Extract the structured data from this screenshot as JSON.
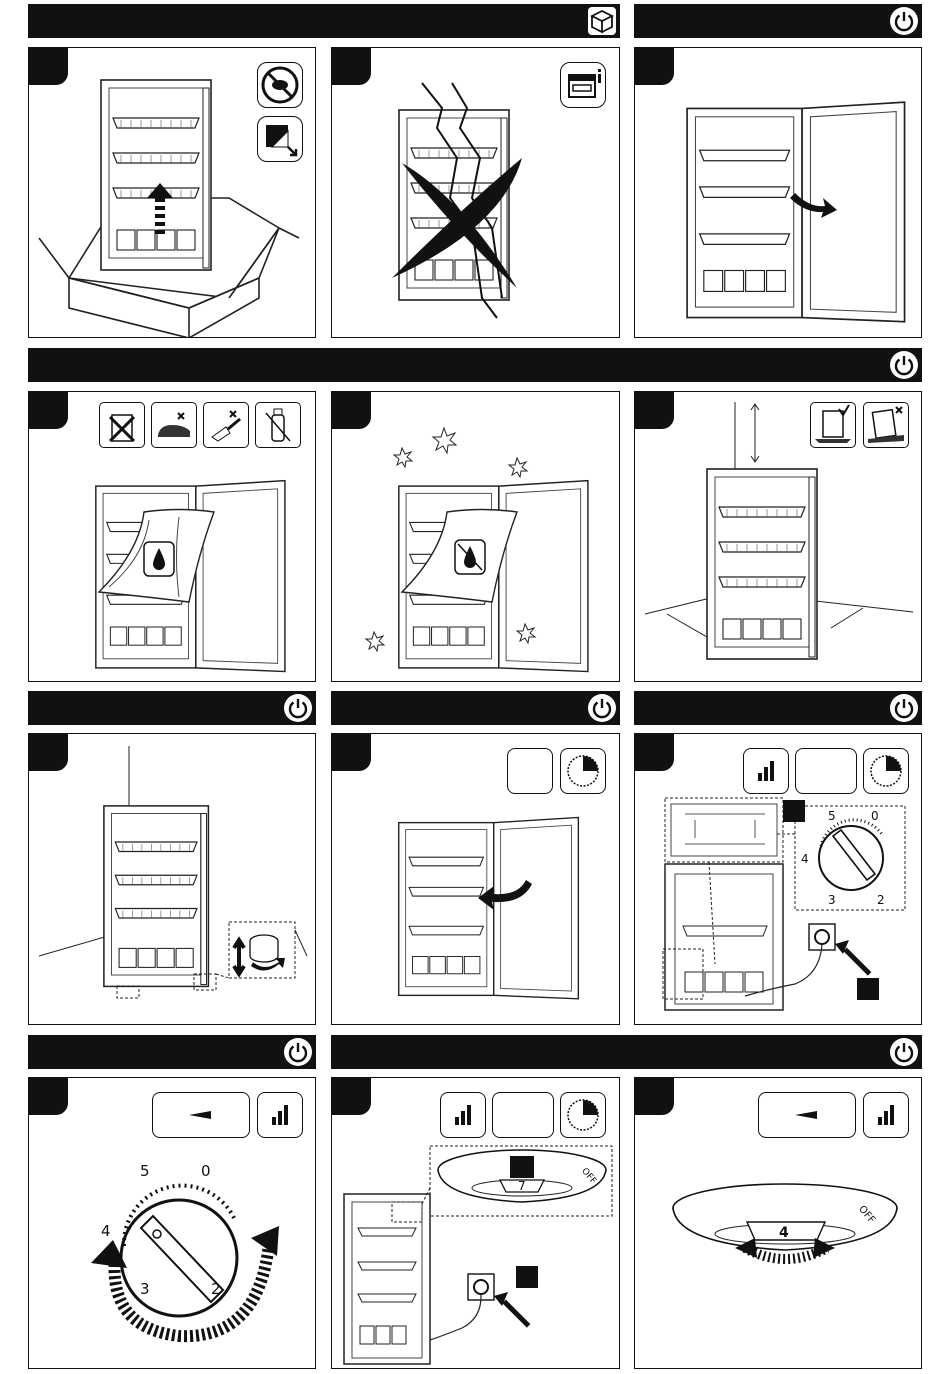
{
  "dial_small": {
    "n5": "5",
    "n0": "0",
    "n4": "4",
    "n3": "3",
    "n2": "2"
  },
  "dial_large": {
    "n5": "5",
    "n0": "0",
    "n4": "4",
    "n3": "3",
    "n2": "2"
  },
  "thermostat_lamp": {
    "setting_7": "7",
    "setting_4": "4",
    "off_label": "OFF"
  },
  "icons": {
    "packaging": "box-icon",
    "power": "power-icon",
    "signal": "signal-bars-icon",
    "timer": "timer-icon",
    "info": "info-icon"
  }
}
